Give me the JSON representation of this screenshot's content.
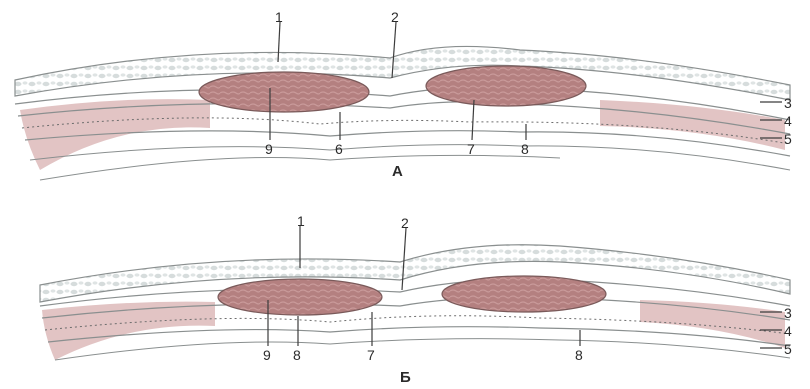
{
  "panels": [
    {
      "caption": "А",
      "labels": {
        "l1": "1",
        "l2": "2",
        "l3": "3",
        "l4": "4",
        "l5": "5",
        "l6": "6",
        "l7": "7",
        "l8": "8",
        "l9": "9"
      }
    },
    {
      "caption": "Б",
      "labels": {
        "l1": "1",
        "l2": "2",
        "l3": "3",
        "l4": "4",
        "l5": "5",
        "l7": "7",
        "l8a": "8",
        "l8b": "8",
        "l9": "9"
      }
    }
  ],
  "colors": {
    "skin_fill": "#ecefef",
    "skin_stroke": "#8a8f8f",
    "fat_dots": "#d4dada",
    "muscle_fill": "#b98282",
    "muscle_pink": "#d9a9a9",
    "sheath": "#f4f4f4",
    "line": "#4a4a4a"
  }
}
